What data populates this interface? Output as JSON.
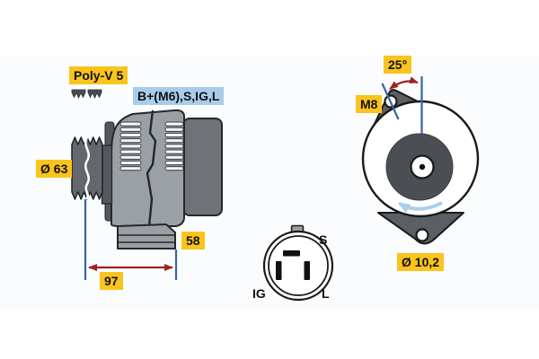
{
  "labels": {
    "belt_type": "Poly-V 5",
    "terminals": "B+(M6),S,IG,L",
    "pulley_diameter": "Ø 63",
    "dim_58": "58",
    "dim_97": "97",
    "angle_25": "25°",
    "thread_m8": "M8",
    "hole_diameter": "Ø 10,2"
  },
  "connector": {
    "pin_s": "S",
    "pin_ig": "IG",
    "pin_l": "L"
  },
  "icons": {
    "belt_profile": "poly-v-belt-cross-section",
    "rotation_direction": "counterclockwise-arrow"
  },
  "colors": {
    "accent_yellow": "#fac41c",
    "terminal_blue": "#a9ccea",
    "dim_blue": "#3465a8",
    "dim_red": "#9c2222",
    "rotation_blue": "#a9cfe9",
    "body_gray": "#9ba0a5",
    "dark_gray": "#5b5f63"
  }
}
